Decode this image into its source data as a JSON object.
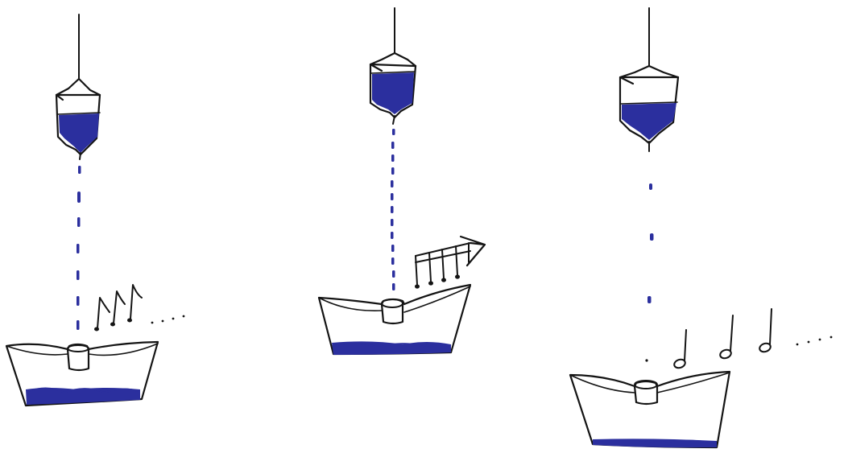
{
  "colors": {
    "ink": "#141414",
    "water": "#2b2f9e",
    "background": "#ffffff"
  },
  "scenes": [
    {
      "id": "scene-1",
      "drop_spacing": "steady",
      "note_symbol": "eighth-note"
    },
    {
      "id": "scene-2",
      "drop_spacing": "fast",
      "note_symbol": "beamed-sixteenth-notes"
    },
    {
      "id": "scene-3",
      "drop_spacing": "slow",
      "note_symbol": "half-note"
    }
  ]
}
